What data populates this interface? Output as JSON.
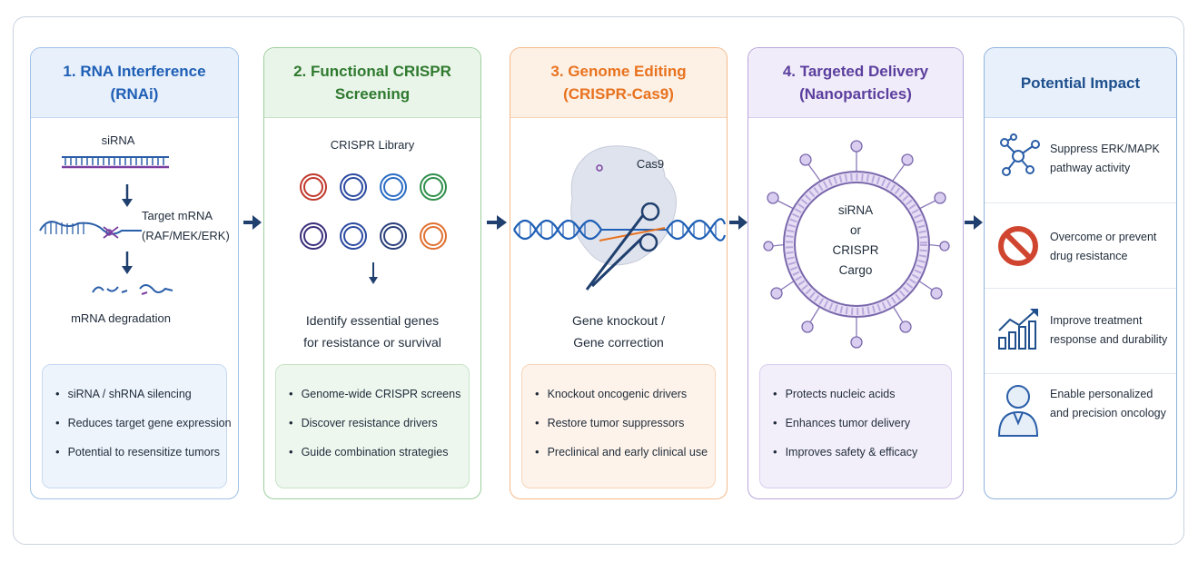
{
  "panels": [
    {
      "title": "1. RNA Interference\n(RNAi)",
      "labels": {
        "sirna": "siRNA",
        "target": "Target mRNA\n(RAF/MEK/ERK)",
        "degradation": "mRNA degradation"
      },
      "bullets": [
        "siRNA / shRNA silencing",
        "Reduces target gene expression",
        "Potential to resensitize tumors"
      ]
    },
    {
      "title": "2. Functional CRISPR\nScreening",
      "labels": {
        "library": "CRISPR Library",
        "identify": "Identify essential genes\nfor resistance or survival"
      },
      "bullets": [
        "Genome-wide CRISPR screens",
        "Discover resistance drivers",
        "Guide combination strategies"
      ]
    },
    {
      "title": "3. Genome Editing\n(CRISPR-Cas9)",
      "labels": {
        "cas9": "Cas9",
        "outcome": "Gene knockout /\nGene correction"
      },
      "bullets": [
        "Knockout oncogenic drivers",
        "Restore tumor suppressors",
        "Preclinical and early clinical use"
      ]
    },
    {
      "title": "4. Targeted Delivery\n(Nanoparticles)",
      "labels": {
        "cargo": "siRNA\nor\nCRISPR\nCargo"
      },
      "bullets": [
        "Protects nucleic acids",
        "Enhances tumor delivery",
        "Improves safety & efficacy"
      ]
    }
  ],
  "impact": {
    "title": "Potential Impact",
    "items": [
      {
        "icon": "network-icon",
        "text": "Suppress ERK/MAPK\npathway activity"
      },
      {
        "icon": "prohibited-icon",
        "text": "Overcome or prevent\ndrug resistance"
      },
      {
        "icon": "growth-chart-icon",
        "text": "Improve treatment\nresponse and durability"
      },
      {
        "icon": "person-icon",
        "text": "Enable personalized\nand precision oncology"
      }
    ]
  },
  "colors": {
    "blue": "#2a6cc4",
    "green": "#2f7a2f",
    "orange": "#e8731f",
    "purple": "#5b3f9e",
    "navy": "#1d4f8c"
  }
}
